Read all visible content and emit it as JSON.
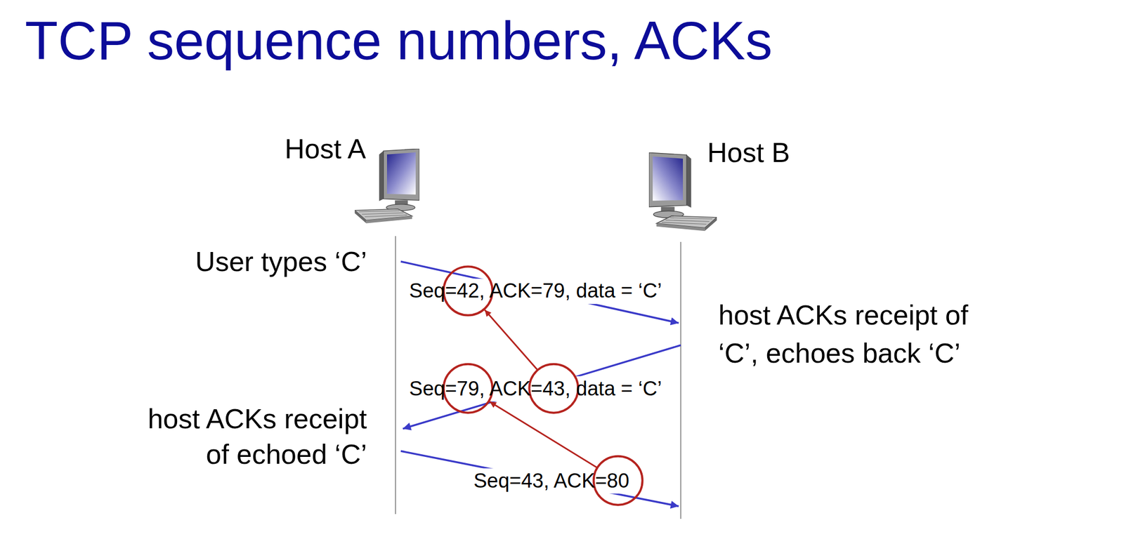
{
  "diagram": {
    "title": "TCP sequence numbers, ACKs",
    "nodes": [
      {
        "text": [
          "Host A"
        ]
      },
      {
        "text": [
          "Host B"
        ]
      }
    ],
    "edges": [
      {
        "from": 0,
        "to": 1,
        "arrow": "to",
        "label": "Seq=42, ACK=79, data = ‘C’"
      },
      {
        "from": 1,
        "to": 0,
        "arrow": "to",
        "label": "Seq=79, ACK=43, data = ‘C’"
      },
      {
        "from": 0,
        "to": 1,
        "arrow": "to",
        "label": "Seq=43, ACK=80"
      }
    ],
    "labels": [
      "User types ‘C’",
      "host ACKs receipt of ‘C’, echoes back ‘C’",
      "host ACKs receipt of echoed ‘C’"
    ]
  }
}
